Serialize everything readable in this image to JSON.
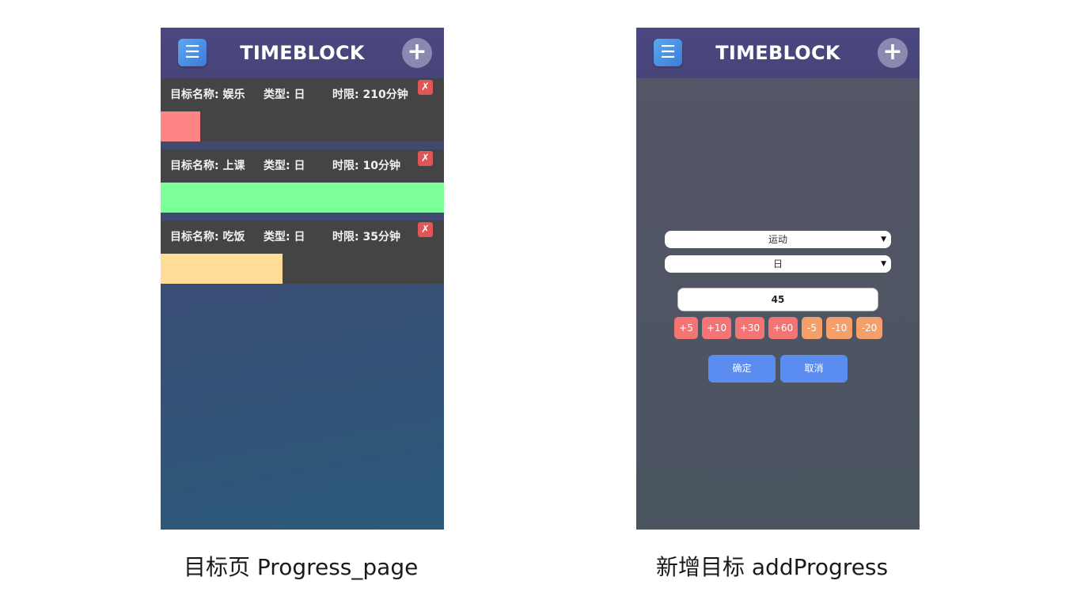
{
  "progress_page": {
    "app_title": "TIMEBLOCK",
    "menu_icon": "☰",
    "add_icon": "+",
    "close_icon": "✗",
    "name_prefix": "目标名称: ",
    "type_prefix": "类型: ",
    "limit_prefix": "时限: ",
    "cards": [
      {
        "name": "娱乐",
        "type": "日",
        "limit": "210分钟",
        "color": "#ff8484",
        "progress": 0.14
      },
      {
        "name": "上课",
        "type": "日",
        "limit": "10分钟",
        "color": "#7dff9a",
        "progress": 1.0
      },
      {
        "name": "吃饭",
        "type": "日",
        "limit": "35分钟",
        "color": "#ffdd99",
        "progress": 0.43
      }
    ]
  },
  "add_progress_page": {
    "app_title": "TIMEBLOCK",
    "menu_icon": "☰",
    "add_icon": "+",
    "goal_select": "运动",
    "type_select": "日",
    "caret_icon": "▼",
    "minutes_value": "45",
    "adjust_buttons": [
      {
        "label": "+5",
        "kind": "pos"
      },
      {
        "label": "+10",
        "kind": "pos"
      },
      {
        "label": "+30",
        "kind": "pos"
      },
      {
        "label": "+60",
        "kind": "pos"
      },
      {
        "label": "-5",
        "kind": "neg"
      },
      {
        "label": "-10",
        "kind": "neg"
      },
      {
        "label": "-20",
        "kind": "neg"
      }
    ],
    "confirm_label": "确定",
    "cancel_label": "取消"
  },
  "captions": {
    "left": "目标页 Progress_page",
    "right": "新增目标 addProgress"
  },
  "colors": {
    "header": "#474478",
    "card_bg": "#444444",
    "close_red": "#e05555",
    "adjust_positive": "#f47474",
    "adjust_negative": "#f5a06a",
    "action_blue": "#5b8cf0"
  }
}
